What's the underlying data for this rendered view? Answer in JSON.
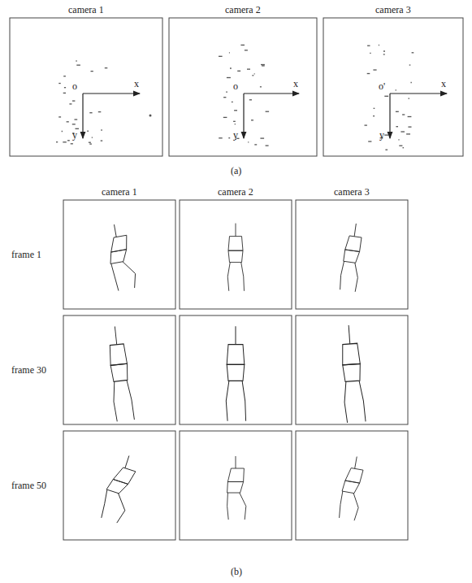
{
  "diagram": {
    "labels": [
      "camera 1",
      "camera 2",
      "camera 3",
      "o",
      "x",
      "y",
      "o",
      "x",
      "y",
      "o'",
      "x",
      "y",
      "(a)",
      "camera 1",
      "camera 2",
      "camera 3",
      "frame 1",
      "frame 30",
      "frame 50",
      "(b)"
    ]
  }
}
